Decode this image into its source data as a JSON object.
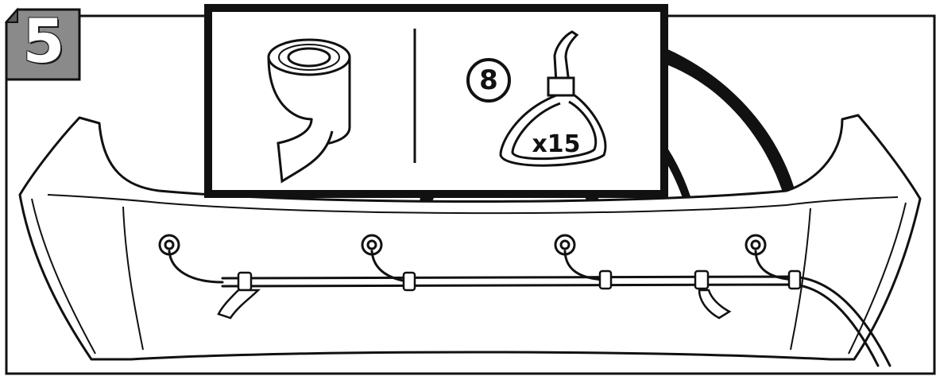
{
  "step": {
    "number": "5"
  },
  "parts": {
    "tape": {
      "icon": "tape-roll-icon"
    },
    "cable_tie": {
      "icon": "cable-tie-icon",
      "ref_number": "8",
      "quantity": "x15"
    }
  },
  "colors": {
    "badge": "#8a8a8a",
    "badge_dark": "#5a5a5a",
    "line": "#111111",
    "callout": "#111111"
  }
}
